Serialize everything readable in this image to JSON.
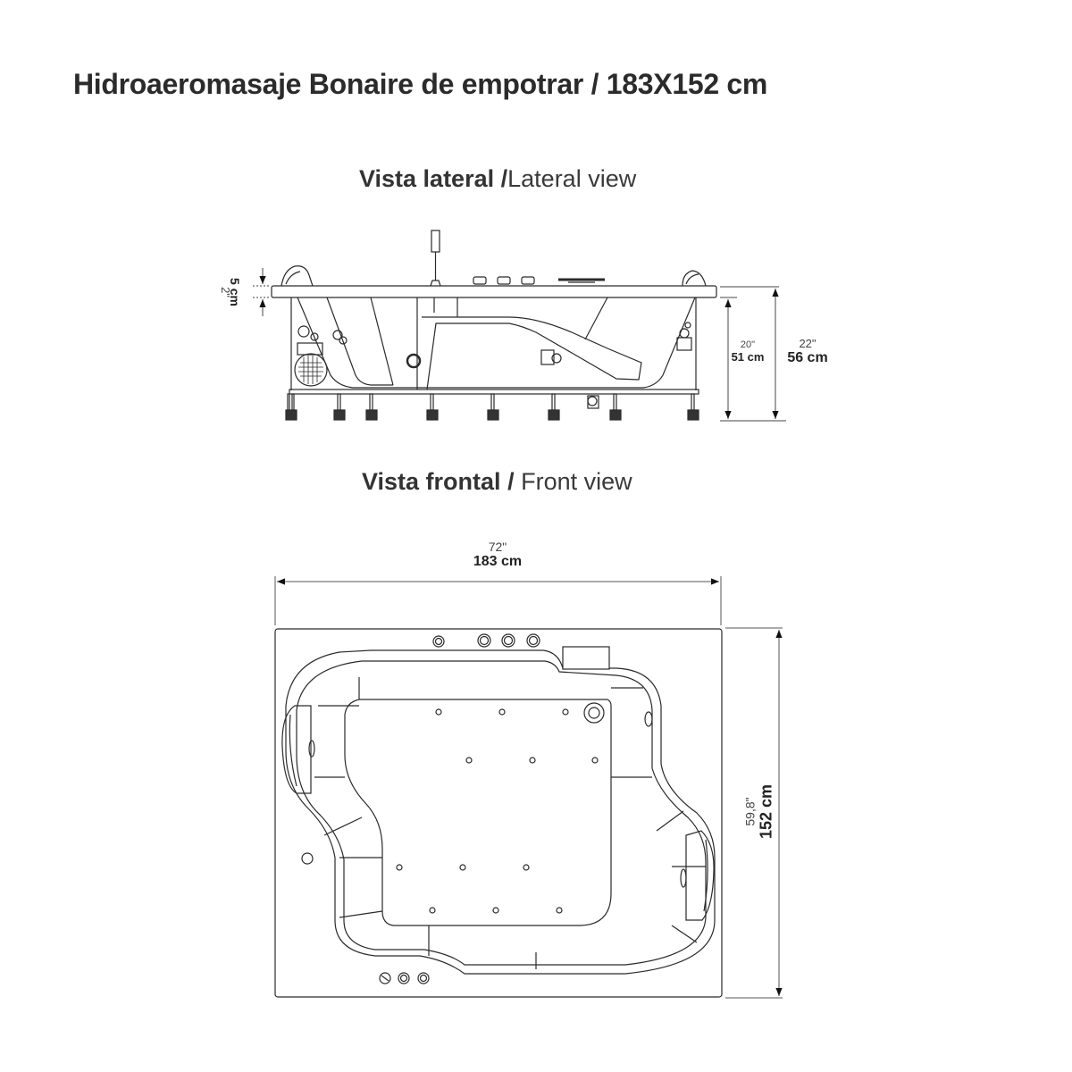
{
  "title": "Hidroaeromasaje Bonaire de empotrar / 183X152 cm",
  "colors": {
    "line": "#2a2a2a",
    "dimension_line": "#555555",
    "text": "#2b2b2b",
    "background": "#ffffff"
  },
  "lateral_view": {
    "heading_es": "Vista lateral",
    "heading_sep": "/",
    "heading_en": "Lateral view",
    "dimensions": {
      "rim_thickness": {
        "cm": "5 cm",
        "inches": "2\""
      },
      "inner_height": {
        "cm": "51 cm",
        "inches": "20\""
      },
      "total_height": {
        "cm": "56 cm",
        "inches": "22\""
      }
    },
    "features": [
      "headrest-left",
      "headrest-right",
      "hand-shower",
      "control-knobs-3",
      "waterfall-spout",
      "pump-motor",
      "support-legs-8",
      "drain"
    ]
  },
  "front_view": {
    "heading_es": "Vista frontal",
    "heading_sep": "/",
    "heading_en": "Front view",
    "dimensions": {
      "width": {
        "cm": "183 cm",
        "inches": "72\""
      },
      "depth": {
        "cm": "152 cm",
        "inches": "59,8\""
      }
    },
    "features": [
      "headrest-left",
      "headrest-right",
      "hydro-jets",
      "air-jets-12",
      "control-knobs-top-4",
      "control-knobs-bottom-3",
      "waterfall",
      "drain"
    ]
  }
}
